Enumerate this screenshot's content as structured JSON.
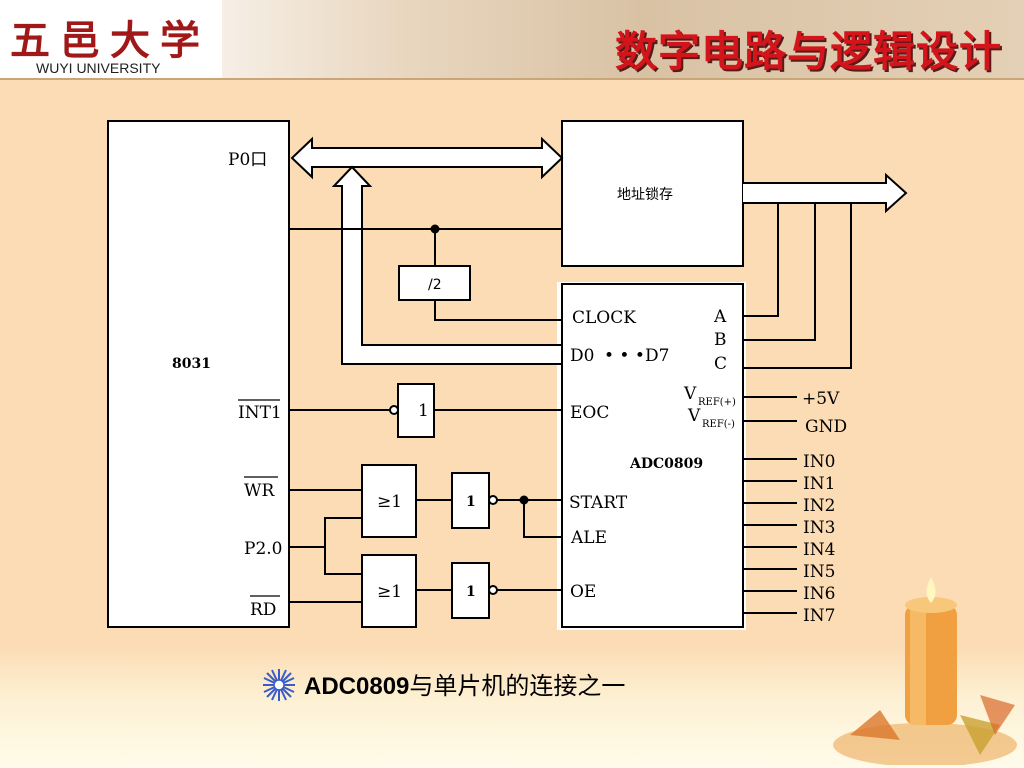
{
  "header": {
    "logo_cn": "五邑大学",
    "logo_en": "WUYI UNIVERSITY",
    "title": "数字电路与逻辑设计"
  },
  "diagram": {
    "mcu": {
      "name": "8031",
      "p0": "P0口",
      "int1": "INT1",
      "wr": "WR",
      "p20": "P2.0",
      "rd": "RD"
    },
    "latch": {
      "name": "地址锁存"
    },
    "divider": {
      "label": "/2"
    },
    "gates": {
      "not_eoc": "1",
      "or_top": "≥1",
      "or_bottom": "≥1",
      "not_start": "1",
      "not_oe": "1"
    },
    "adc": {
      "name": "ADC0809",
      "clock": "CLOCK",
      "d0": "D0",
      "dots": "• • •",
      "d7": "D7",
      "eoc": "EOC",
      "start": "START",
      "ale": "ALE",
      "oe": "OE",
      "a": "A",
      "b": "B",
      "c": "C",
      "vref_plus_v": "V",
      "vref_plus_sub": "REF(+)",
      "vref_minus_v": "V",
      "vref_minus_sub": "REF(-)",
      "plus5v": "+5V",
      "gnd": "GND",
      "inputs": [
        "IN0",
        "IN1",
        "IN2",
        "IN3",
        "IN4",
        "IN5",
        "IN6",
        "IN7"
      ]
    }
  },
  "caption": {
    "bold": "ADC0809",
    "text": "与单片机的连接之一"
  }
}
